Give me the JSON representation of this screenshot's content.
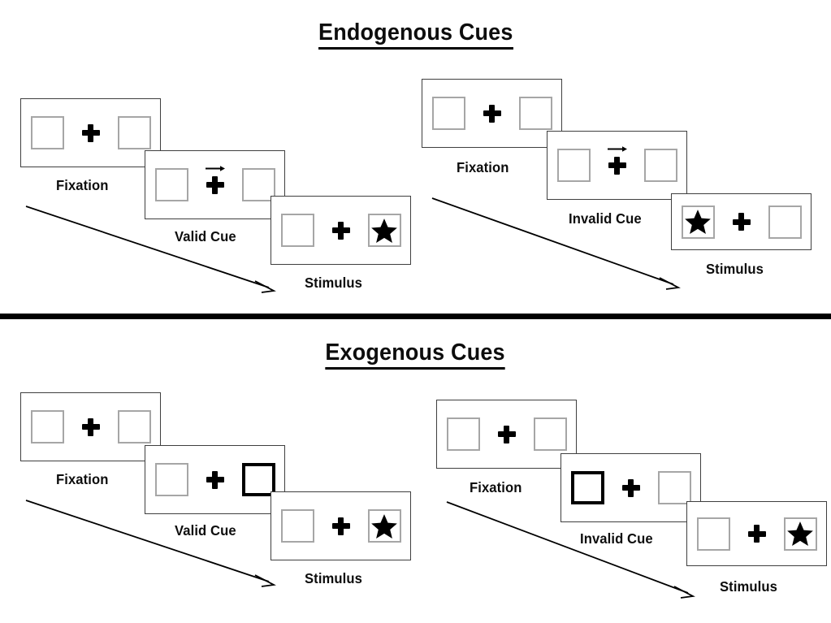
{
  "figure": {
    "title_top": "Endogenous Cues",
    "title_bottom": "Exogenous Cues",
    "colors": {
      "ink": "#000000",
      "panel_border": "#3f3f3f",
      "box_border": "#a6a6a6",
      "cued_box_border": "#000000",
      "background": "#ffffff"
    }
  },
  "sections": [
    {
      "id": "endogenous",
      "title": "Endogenous Cues",
      "conditions": [
        {
          "id": "endogenous-valid",
          "frames": [
            {
              "label": "Fixation",
              "cue": "none",
              "cued_side": "none",
              "target_side": "none"
            },
            {
              "label": "Valid Cue",
              "cue": "arrow-right",
              "cued_side": "right",
              "target_side": "none"
            },
            {
              "label": "Stimulus",
              "cue": "none",
              "cued_side": "none",
              "target_side": "right"
            }
          ]
        },
        {
          "id": "endogenous-invalid",
          "frames": [
            {
              "label": "Fixation",
              "cue": "none",
              "cued_side": "none",
              "target_side": "none"
            },
            {
              "label": "Invalid Cue",
              "cue": "arrow-right",
              "cued_side": "right",
              "target_side": "none"
            },
            {
              "label": "Stimulus",
              "cue": "none",
              "cued_side": "none",
              "target_side": "left"
            }
          ]
        }
      ]
    },
    {
      "id": "exogenous",
      "title": "Exogenous Cues",
      "conditions": [
        {
          "id": "exogenous-valid",
          "frames": [
            {
              "label": "Fixation",
              "cue": "none",
              "cued_side": "none",
              "target_side": "none"
            },
            {
              "label": "Valid Cue",
              "cue": "box-highlight",
              "cued_side": "right",
              "target_side": "none"
            },
            {
              "label": "Stimulus",
              "cue": "none",
              "cued_side": "none",
              "target_side": "right"
            }
          ]
        },
        {
          "id": "exogenous-invalid",
          "frames": [
            {
              "label": "Fixation",
              "cue": "none",
              "cued_side": "none",
              "target_side": "none"
            },
            {
              "label": "Invalid Cue",
              "cue": "box-highlight",
              "cued_side": "left",
              "target_side": "none"
            },
            {
              "label": "Stimulus",
              "cue": "none",
              "cued_side": "none",
              "target_side": "right"
            }
          ]
        }
      ]
    }
  ],
  "labels": {
    "fixation": "Fixation",
    "valid_cue": "Valid Cue",
    "invalid_cue": "Invalid Cue",
    "stimulus": "Stimulus"
  },
  "icons": {
    "fixation_cross": "fixation-cross-icon",
    "cue_arrow": "arrow-right-icon",
    "target": "star-icon",
    "time_flow": "time-arrow-icon"
  }
}
